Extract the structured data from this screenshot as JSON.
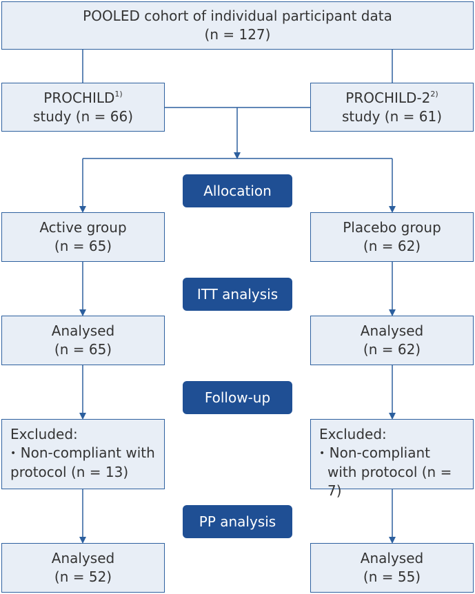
{
  "colors": {
    "box_fill": "#e8eef6",
    "box_border": "#2c5f9e",
    "pill_fill": "#1f4f94",
    "line": "#2c5f9e"
  },
  "top": {
    "line1": "POOLED cohort of individual participant data",
    "line2": "(n = 127)"
  },
  "studies": {
    "left": {
      "name": "PROCHILD",
      "sup": "1)",
      "line2": "study (n = 66)"
    },
    "right": {
      "name": "PROCHILD-2",
      "sup": "2)",
      "line2": "study (n = 61)"
    }
  },
  "stages": {
    "allocation": "Allocation",
    "itt": "ITT analysis",
    "followup": "Follow-up",
    "pp": "PP analysis"
  },
  "groups": {
    "left": {
      "line1": "Active group",
      "line2": "(n = 65)"
    },
    "right": {
      "line1": "Placebo group",
      "line2": "(n = 62)"
    }
  },
  "itt_analysed": {
    "left": {
      "line1": "Analysed",
      "line2": "(n = 65)"
    },
    "right": {
      "line1": "Analysed",
      "line2": "(n = 62)"
    }
  },
  "excluded": {
    "left": {
      "title": "Excluded:",
      "bullet": "•",
      "line1": "Non-compliant with",
      "line2": "protocol (n = 13)"
    },
    "right": {
      "title": "Excluded:",
      "bullet": "•",
      "line1": "Non-compliant",
      "line2": "with protocol (n = 7)"
    }
  },
  "pp_analysed": {
    "left": {
      "line1": "Analysed",
      "line2": "(n = 52)"
    },
    "right": {
      "line1": "Analysed",
      "line2": "(n = 55)"
    }
  }
}
